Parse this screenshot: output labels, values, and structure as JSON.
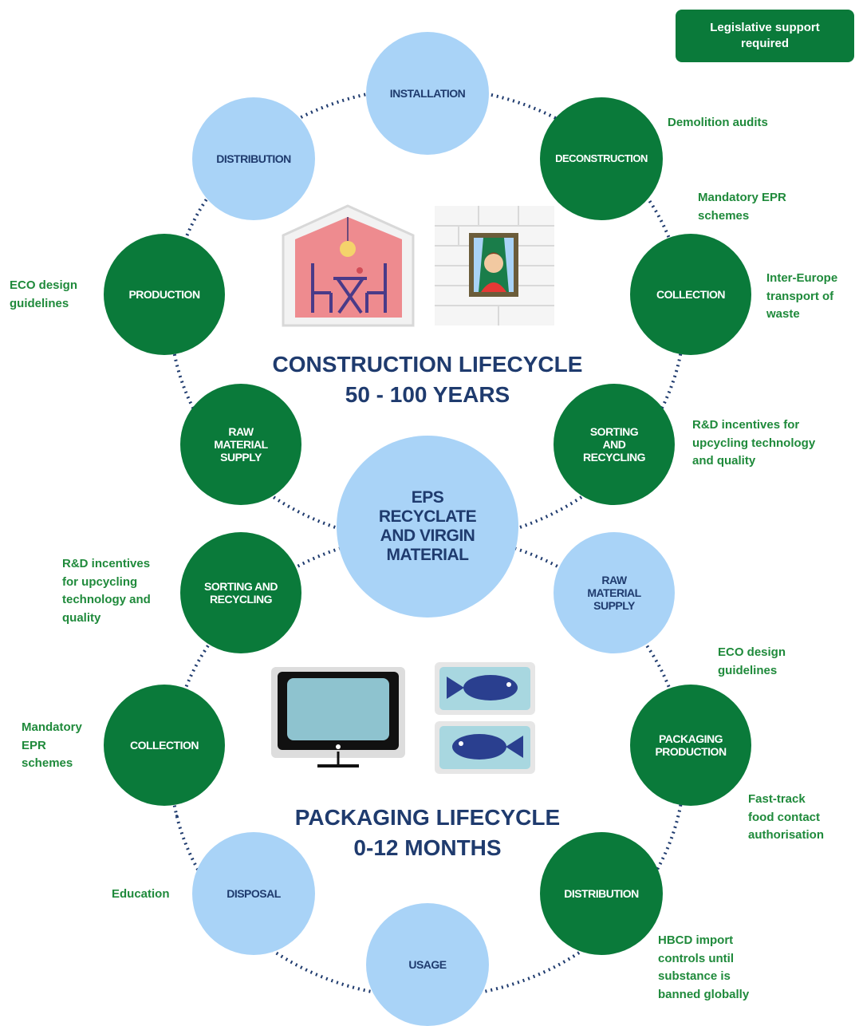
{
  "legend": {
    "label": "Legislative support\nrequired",
    "color": "#0a7a3a"
  },
  "colors": {
    "green": "#0a7a3a",
    "blue": "#a9d3f7",
    "title": "#1f3b6e",
    "note": "#1f8a3b"
  },
  "center": {
    "label": "EPS\nRECYCLATE\nAND VIRGIN\nMATERIAL"
  },
  "construction": {
    "title_line1": "CONSTRUCTION LIFECYCLE",
    "title_line2": "50 - 100 YEARS",
    "nodes": {
      "installation": "INSTALLATION",
      "deconstruction": "DECONSTRUCTION",
      "collection": "COLLECTION",
      "sorting": "SORTING\nAND\nRECYCLING",
      "raw_material": "RAW\nMATERIAL\nSUPPLY",
      "production": "PRODUCTION",
      "distribution": "DISTRIBUTION"
    },
    "notes": {
      "demolition": "Demolition audits",
      "epr": "Mandatory EPR\nschemes",
      "transport": "Inter-Europe\ntransport of\nwaste",
      "rd": "R&D incentives for\nupcycling technology\nand quality",
      "eco": "ECO design\nguidelines"
    },
    "icons": [
      "house-icon",
      "brick-window-icon"
    ]
  },
  "packaging": {
    "title_line1": "PACKAGING LIFECYCLE",
    "title_line2": "0-12 MONTHS",
    "nodes": {
      "sorting": "SORTING AND\nRECYCLING",
      "raw_material": "RAW\nMATERIAL\nSUPPLY",
      "packaging_production": "PACKAGING\nPRODUCTION",
      "distribution": "DISTRIBUTION",
      "usage": "USAGE",
      "disposal": "DISPOSAL",
      "collection": "COLLECTION"
    },
    "notes": {
      "rd": "R&D incentives\nfor upcycling\ntechnology and\nquality",
      "eco": "ECO design\nguidelines",
      "fasttrack": "Fast-track\nfood contact\nauthorisation",
      "hbcd": "HBCD import\ncontrols until\nsubstance is\nbanned globally",
      "education": "Education",
      "epr": "Mandatory\nEPR\nschemes"
    },
    "icons": [
      "tv-icon",
      "fish-tray-icon"
    ]
  }
}
